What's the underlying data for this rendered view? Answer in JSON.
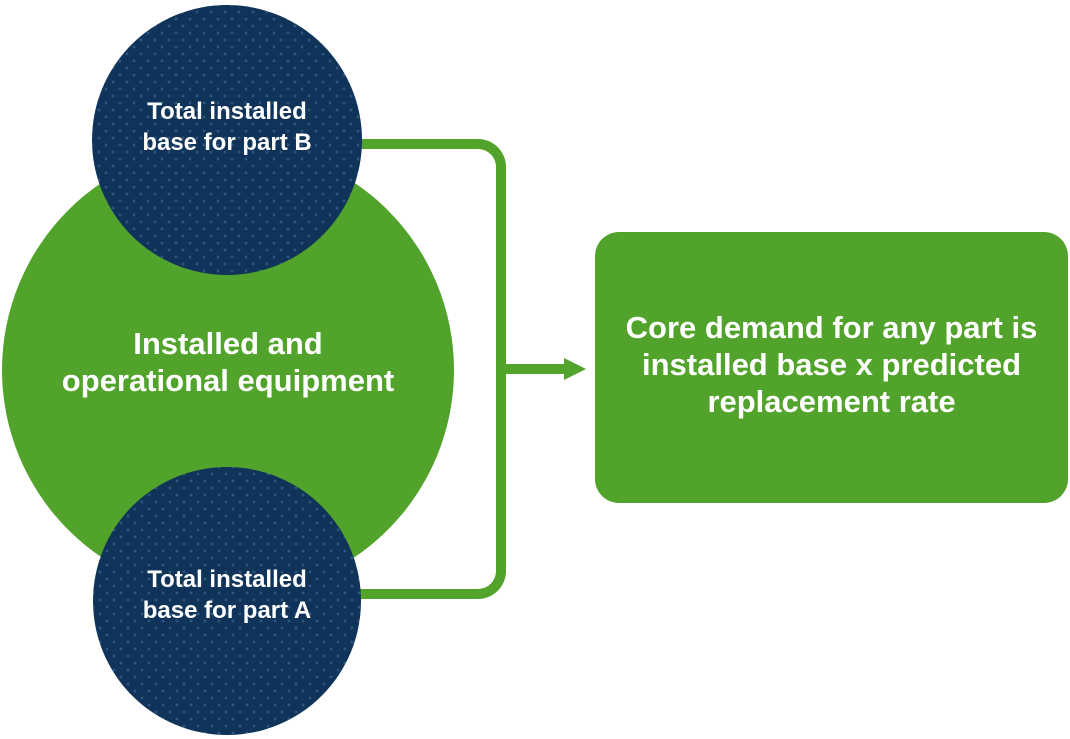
{
  "diagram": {
    "main_circle": {
      "lines": [
        "Installed and",
        "operational equipment"
      ]
    },
    "part_b_circle": {
      "lines": [
        "Total installed",
        "base for part B"
      ]
    },
    "part_a_circle": {
      "lines": [
        "Total installed",
        "base for part A"
      ]
    },
    "result_box": {
      "lines": [
        "Core demand for any part is",
        "installed base x predicted",
        "replacement rate"
      ]
    },
    "colors": {
      "green": "#52a32b",
      "navy": "#103459",
      "text": "#ffffff",
      "background": "#ffffff"
    }
  }
}
